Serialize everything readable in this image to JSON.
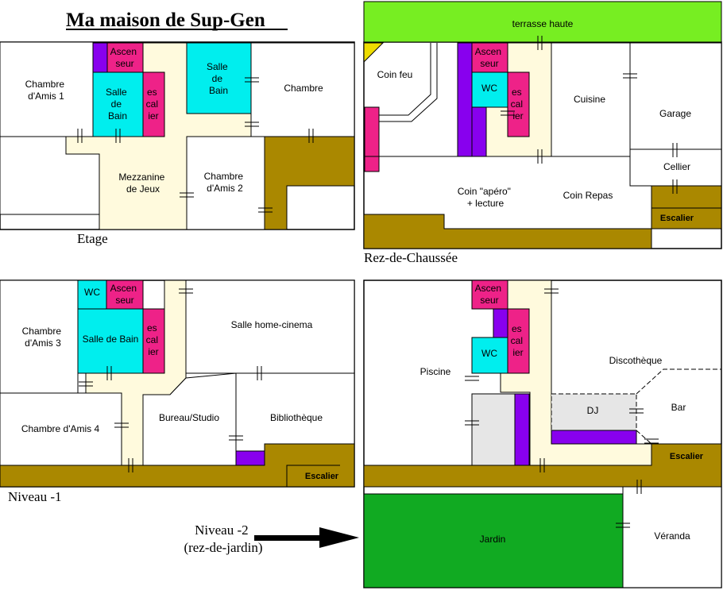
{
  "title": "Ma maison de Sup-Gen",
  "colors": {
    "brown": "#aa8800",
    "cream": "#fffadd",
    "cyan": "#00eeee",
    "magenta": "#ee2288",
    "purple": "#8800ee",
    "lime": "#77ee22",
    "green": "#11aa22",
    "yellow": "#eedd00",
    "grey": "#e6e6e6",
    "line": "#000000"
  },
  "floors": {
    "etage": {
      "caption": "Etage",
      "rooms": {
        "chambre_amis_1": [
          "Chambre",
          "d'Amis 1"
        ],
        "ascenseur": [
          "Ascen",
          "seur"
        ],
        "salle_de_bain_a": [
          "Salle",
          "de",
          "Bain"
        ],
        "escalier": [
          "es",
          "cal",
          "ier"
        ],
        "salle_de_bain_b": [
          "Salle",
          "de",
          "Bain"
        ],
        "chambre": "Chambre",
        "mezzanine": [
          "Mezzanine",
          "de Jeux"
        ],
        "chambre_amis_2": [
          "Chambre",
          "d'Amis 2"
        ]
      }
    },
    "rdc": {
      "caption": "Rez-de-Chaussée",
      "rooms": {
        "terrasse_haute": "terrasse haute",
        "coin_feu": "Coin feu",
        "ascenseur": [
          "Ascen",
          "seur"
        ],
        "wc": "WC",
        "escalier": [
          "es",
          "cal",
          "ier"
        ],
        "cuisine": "Cuisine",
        "garage": "Garage",
        "cellier": "Cellier",
        "coin_apero": [
          "Coin \"apéro\"",
          "+ lecture"
        ],
        "coin_repas": "Coin Repas",
        "escalier_ext": "Escalier"
      }
    },
    "niveau_1": {
      "caption": "Niveau -1",
      "rooms": {
        "wc": "WC",
        "ascenseur": [
          "Ascen",
          "seur"
        ],
        "chambre_amis_3": [
          "Chambre",
          "d'Amis 3"
        ],
        "salle_de_bain": "Salle de Bain",
        "escalier": [
          "es",
          "cal",
          "ier"
        ],
        "salle_home_cinema": "Salle home-cinema",
        "chambre_amis_4": "Chambre d'Amis 4",
        "bureau_studio": "Bureau/Studio",
        "bibliotheque": "Bibliothèque",
        "escalier_ext": "Escalier"
      }
    },
    "niveau_2": {
      "caption_line1": "Niveau -2",
      "caption_line2": "(rez-de-jardin)",
      "rooms": {
        "ascenseur": [
          "Ascen",
          "seur"
        ],
        "escalier": [
          "es",
          "cal",
          "ier"
        ],
        "wc": "WC",
        "piscine": "Piscine",
        "discotheque": "Discothèque",
        "dj": "DJ",
        "bar": "Bar",
        "escalier_ext": "Escalier",
        "jardin": "Jardin",
        "veranda": "Véranda"
      }
    }
  }
}
